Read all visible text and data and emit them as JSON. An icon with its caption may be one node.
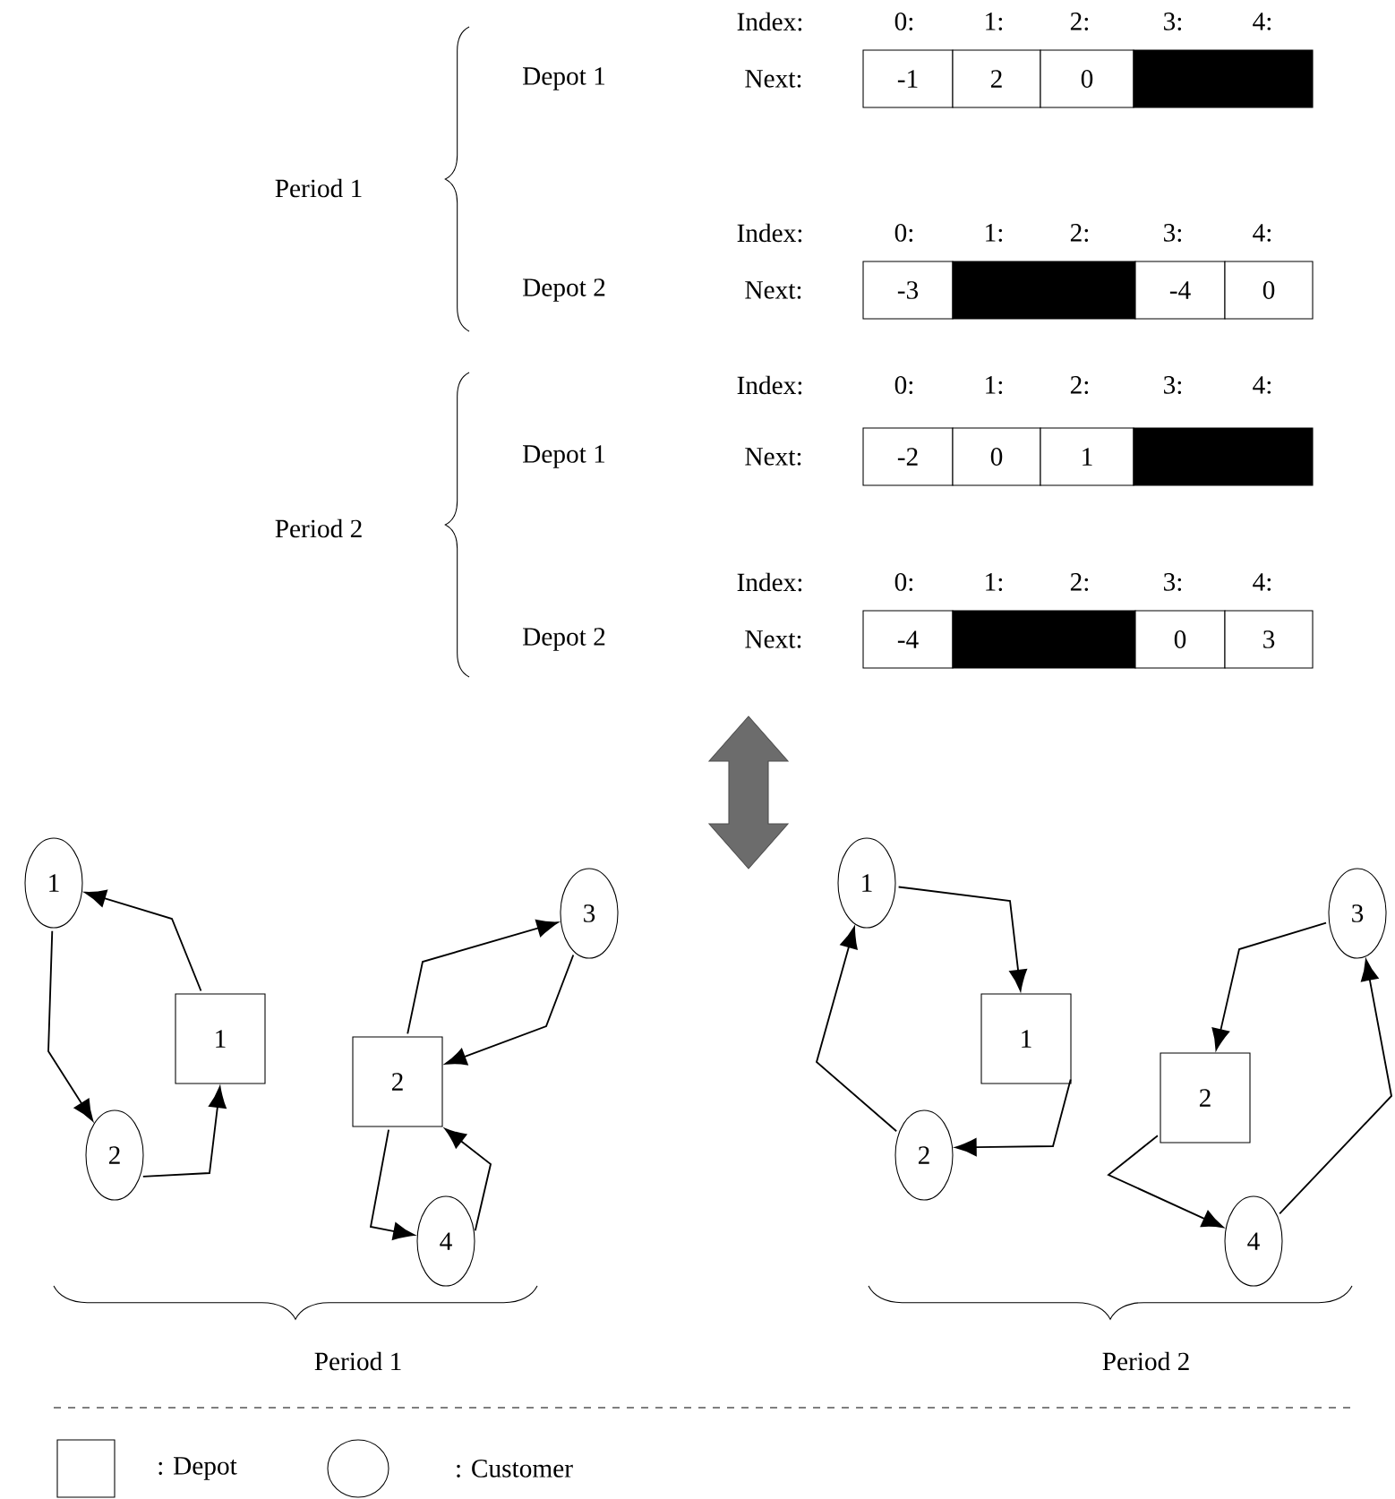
{
  "diagram": {
    "nodes": [
      {
        "text": [
          "-1"
        ]
      },
      {
        "text": [
          "2"
        ]
      },
      {
        "text": [
          "0"
        ]
      },
      {
        "text": [],
        "shape": "bar"
      },
      {
        "text": [
          "-3"
        ]
      },
      {
        "text": [],
        "shape": "bar"
      },
      {
        "text": [
          "-4"
        ]
      },
      {
        "text": [
          "0"
        ]
      },
      {
        "text": [
          "-2"
        ]
      },
      {
        "text": [
          "0"
        ]
      },
      {
        "text": [
          "1"
        ]
      },
      {
        "text": [],
        "shape": "bar"
      },
      {
        "text": [
          "-4"
        ]
      },
      {
        "text": [],
        "shape": "bar"
      },
      {
        "text": [
          "0"
        ]
      },
      {
        "text": [
          "3"
        ]
      },
      {
        "text": [
          "1"
        ]
      },
      {
        "text": [
          "1"
        ]
      },
      {
        "text": [
          "2"
        ]
      },
      {
        "text": [
          "3"
        ]
      },
      {
        "text": [
          "2"
        ]
      },
      {
        "text": [
          "4"
        ]
      },
      {
        "text": [
          "1"
        ]
      },
      {
        "text": [
          "1"
        ]
      },
      {
        "text": [
          "2"
        ]
      },
      {
        "text": [
          "3"
        ]
      },
      {
        "text": [
          "2"
        ]
      },
      {
        "text": [
          "4"
        ]
      }
    ],
    "edges": [
      {
        "from": 17,
        "to": 16,
        "arrow": "to"
      },
      {
        "from": 16,
        "to": 20,
        "arrow": "to"
      },
      {
        "from": 20,
        "to": 17,
        "arrow": "to"
      },
      {
        "from": 18,
        "to": 19,
        "arrow": "to"
      },
      {
        "from": 19,
        "to": 18,
        "arrow": "to"
      },
      {
        "from": 18,
        "to": 21,
        "arrow": "to"
      },
      {
        "from": 21,
        "to": 18,
        "arrow": "to"
      },
      {
        "from": 22,
        "to": 23,
        "arrow": "to"
      },
      {
        "from": 23,
        "to": 26,
        "arrow": "to"
      },
      {
        "from": 26,
        "to": 22,
        "arrow": "to"
      },
      {
        "from": 25,
        "to": 24,
        "arrow": "to"
      },
      {
        "from": 24,
        "to": 27,
        "arrow": "to"
      },
      {
        "from": 27,
        "to": 25,
        "arrow": "to"
      }
    ],
    "labels": [
      "Index:",
      "0:",
      "1:",
      "2:",
      "3:",
      "4:",
      "Depot 1",
      "Next:",
      "Period 1",
      "Index:",
      "0:",
      "1:",
      "2:",
      "3:",
      "4:",
      "Depot 2",
      "Next:",
      "Index:",
      "0:",
      "1:",
      "2:",
      "3:",
      "4:",
      "Depot 1",
      "Next:",
      "Period 2",
      "Index:",
      "0:",
      "1:",
      "2:",
      "3:",
      "4:",
      "Depot 2",
      "Next:",
      "Period 1",
      "Period 2"
    ],
    "legend": [
      {
        "text": ": Depot"
      },
      {
        "text": ": Customer"
      }
    ]
  }
}
